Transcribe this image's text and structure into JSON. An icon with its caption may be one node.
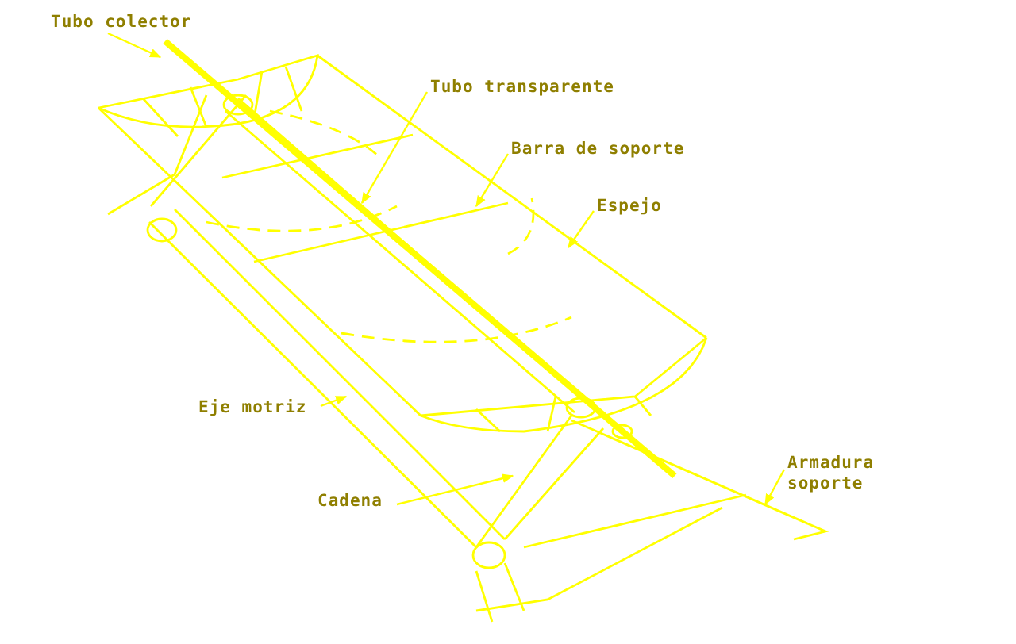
{
  "diagram": {
    "nodes": [
      {
        "text": [
          "Tubo colector"
        ]
      },
      {
        "text": [
          "Tubo transparente"
        ]
      },
      {
        "text": [
          "Barra de soporte"
        ]
      },
      {
        "text": [
          "Espejo"
        ]
      },
      {
        "text": [
          "Eje motriz"
        ]
      },
      {
        "text": [
          "Cadena"
        ]
      },
      {
        "text": [
          "Armadura soporte"
        ]
      }
    ],
    "edges": [
      {
        "from": 0,
        "to": null,
        "arrow": "to"
      },
      {
        "from": 1,
        "to": null,
        "arrow": "to"
      },
      {
        "from": 2,
        "to": null,
        "arrow": "to"
      },
      {
        "from": 3,
        "to": null,
        "arrow": "to"
      },
      {
        "from": 4,
        "to": null,
        "arrow": "to"
      },
      {
        "from": 5,
        "to": null,
        "arrow": "to"
      },
      {
        "from": 6,
        "to": null,
        "arrow": "to"
      }
    ]
  }
}
